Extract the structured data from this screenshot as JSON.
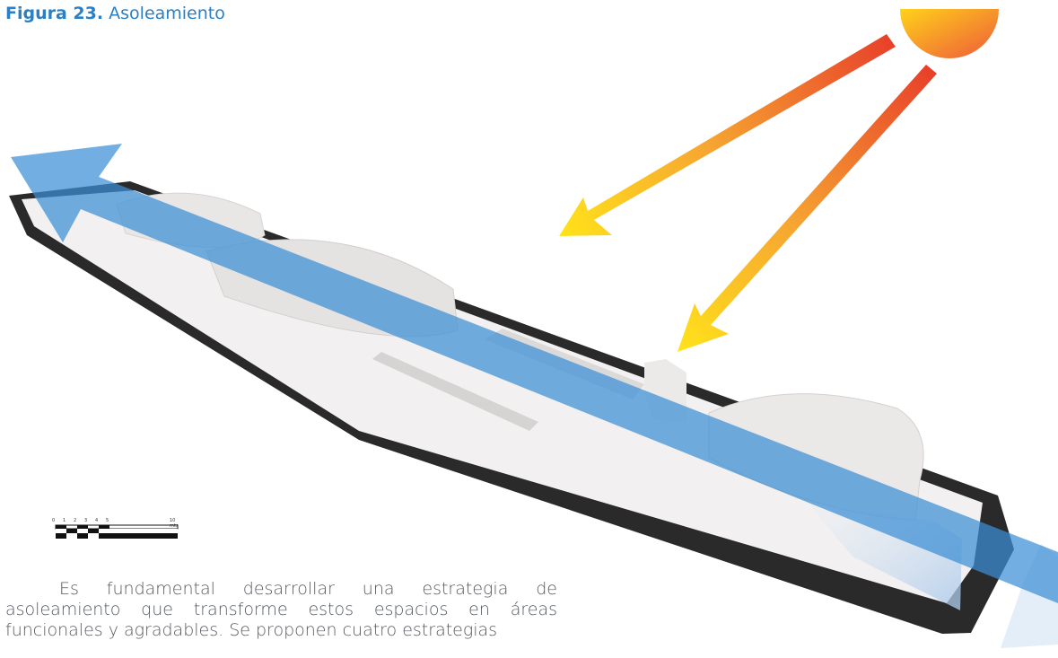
{
  "figure": {
    "label": "Figura 23.",
    "title": "Asoleamiento"
  },
  "scale_bar": {
    "ticks": [
      "0",
      "1",
      "2",
      "3",
      "4",
      "5",
      "10 mts"
    ]
  },
  "body_text": "Es fundamental desarrollar una estrategia de asoleamiento que transforme estos espacios en áreas funcionales y agradables. Se proponen cuatro estrategias",
  "colors": {
    "title_accent": "#2b7fc4",
    "wind_arrow": "#3b8fd6",
    "sun_ray_start": "#e8402a",
    "sun_ray_end": "#ffe21a",
    "base_plate": "#2a2a2a",
    "volumes": "#e9e6e6"
  },
  "icons": [
    "sun-icon",
    "sun-ray-arrow-icon",
    "wind-arrow-icon"
  ]
}
